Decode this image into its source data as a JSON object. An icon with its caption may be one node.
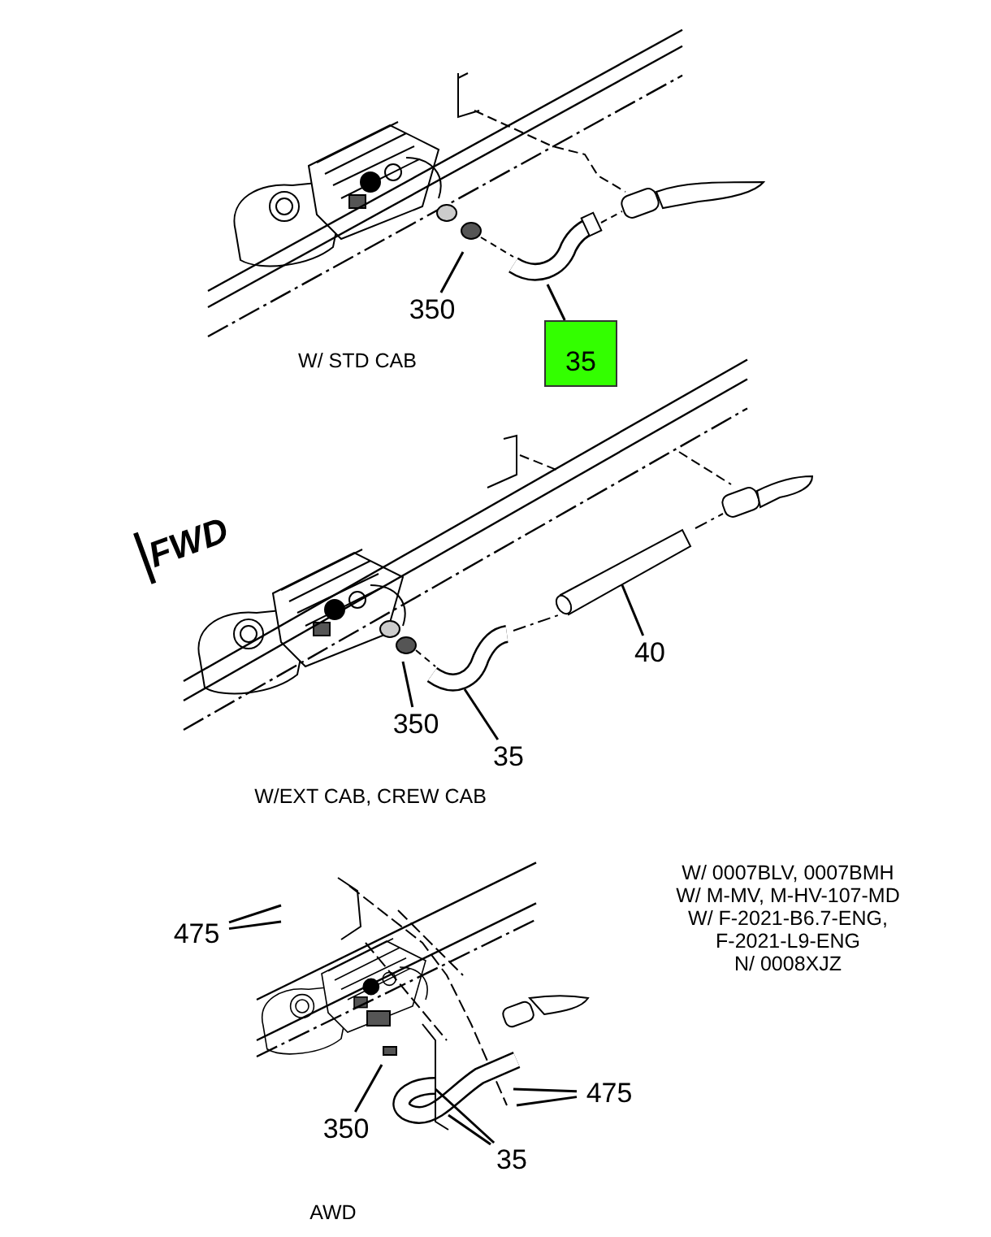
{
  "diagram": {
    "nodes": [
      {
        "text": [
          "35"
        ]
      },
      {
        "text": [
          "350"
        ]
      },
      {
        "text": [
          "350"
        ]
      },
      {
        "text": [
          "35"
        ]
      },
      {
        "text": [
          "40"
        ]
      },
      {
        "text": [
          "475"
        ]
      },
      {
        "text": [
          "475"
        ]
      },
      {
        "text": [
          "350"
        ]
      },
      {
        "text": [
          "35"
        ]
      }
    ],
    "edges": [
      {
        "from": 0,
        "to": null,
        "arrow": "none"
      },
      {
        "from": 1,
        "to": null,
        "arrow": "none"
      },
      {
        "from": 2,
        "to": null,
        "arrow": "none"
      },
      {
        "from": 3,
        "to": null,
        "arrow": "none"
      },
      {
        "from": 4,
        "to": null,
        "arrow": "none"
      },
      {
        "from": 5,
        "to": null,
        "arrow": "none"
      },
      {
        "from": 5,
        "to": null,
        "arrow": "none"
      },
      {
        "from": 6,
        "to": null,
        "arrow": "none"
      },
      {
        "from": 6,
        "to": null,
        "arrow": "none"
      },
      {
        "from": 7,
        "to": null,
        "arrow": "none"
      },
      {
        "from": 8,
        "to": null,
        "arrow": "none"
      },
      {
        "from": 8,
        "to": null,
        "arrow": "none"
      }
    ],
    "labels": [
      "W/ STD CAB",
      "FWD",
      "W/EXT CAB, CREW CAB",
      "W/ 0007BLV, 0007BMH",
      "W/ M-MV, M-HV-107-MD",
      "W/ F-2021-B6.7-ENG,",
      "F-2021-L9-ENG",
      "N/ 0008XJZ",
      "AWD"
    ]
  }
}
